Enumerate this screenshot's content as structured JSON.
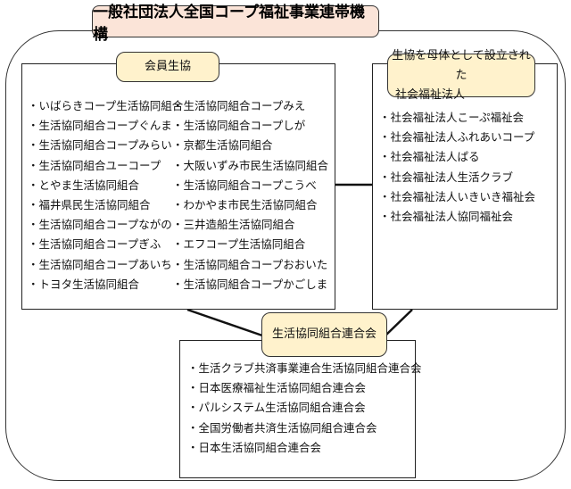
{
  "title": "一般社団法人全国コープ福祉事業連帯機構",
  "member": {
    "label": "会員生協",
    "col1": [
      "・いばらきコープ生活協同組合",
      "・生活協同組合コープぐんま",
      "・生活協同組合コープみらい",
      "・生活協同組合ユーコープ",
      "・とやま生活協同組合",
      "・福井県民生活協同組合",
      "・生活協同組合コープながの",
      "・生活協同組合コープぎふ",
      "・生活協同組合コープあいち",
      "・トヨタ生活協同組合"
    ],
    "col2": [
      "・生活協同組合コープみえ",
      "・生活協同組合コープしが",
      "・京都生活協同組合",
      "・大阪いずみ市民生活協同組合",
      "・生活協同組合コープこうべ",
      "・わかやま市民生活協同組合",
      "・三井造船生活協同組合",
      "・エフコープ生活協同組合",
      "・生活協同組合コープおおいた",
      "・生活協同組合コープかごしま"
    ]
  },
  "welfare": {
    "label_line1": "生協を母体として設立された",
    "label_line2": "社会福祉法人",
    "items": [
      "・社会福祉法人こーぷ福祉会",
      "・社会福祉法人ふれあいコープ",
      "・社会福祉法人ぱる",
      "・社会福祉法人生活クラブ",
      "・社会福祉法人いきいき福祉会",
      "・社会福祉法人協同福祉会"
    ]
  },
  "federation": {
    "label": "生活協同組合連合会",
    "items": [
      "・生活クラブ共済事業連合生活協同組合連合会",
      "・日本医療福祉生活協同組合連合会",
      "・パルシステム生活協同組合連合会",
      "・全国労働者共済生活協同組合連合会",
      "・日本生活協同組合連合会"
    ]
  }
}
